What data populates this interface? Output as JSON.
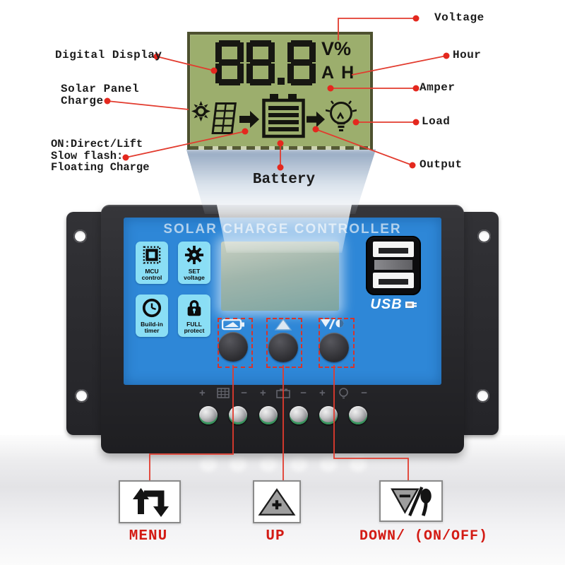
{
  "lcd": {
    "value": "88.8",
    "unit_top": "V%",
    "unit_bottom": "A H"
  },
  "callouts": {
    "digital_display": "Digital Display",
    "solar_panel_1": "Solar Panel",
    "solar_panel_2": "Charge",
    "on_1": "ON:Direct/Lift",
    "on_2": "Slow flash:",
    "on_3": "Floating Charge",
    "voltage": "Voltage",
    "hour": "Hour",
    "amper": "Amper",
    "load": "Load",
    "output": "Output",
    "battery": "Battery"
  },
  "controller": {
    "title": "SOLAR CHARGE CONTROLLER",
    "tiles": [
      {
        "line1": "MCU",
        "line2": "control"
      },
      {
        "line1": "SET",
        "line2": "voltage"
      },
      {
        "line1": "Build-in",
        "line2": "timer"
      },
      {
        "line1": "FULL",
        "line2": "protect"
      }
    ],
    "usb_label": "USB",
    "terminals": [
      {
        "plus": "+",
        "minus": "−"
      },
      {
        "plus": "+",
        "minus": "−"
      },
      {
        "plus": "+",
        "minus": "−"
      }
    ]
  },
  "legend": {
    "menu": "MENU",
    "up": "UP",
    "down": "DOWN/ (ON/OFF)"
  },
  "colors": {
    "accent_red": "#d5352c",
    "lcd_green": "#9cae6d",
    "panel_blue": "#2e87d7",
    "tile_cyan": "#8adef5"
  }
}
